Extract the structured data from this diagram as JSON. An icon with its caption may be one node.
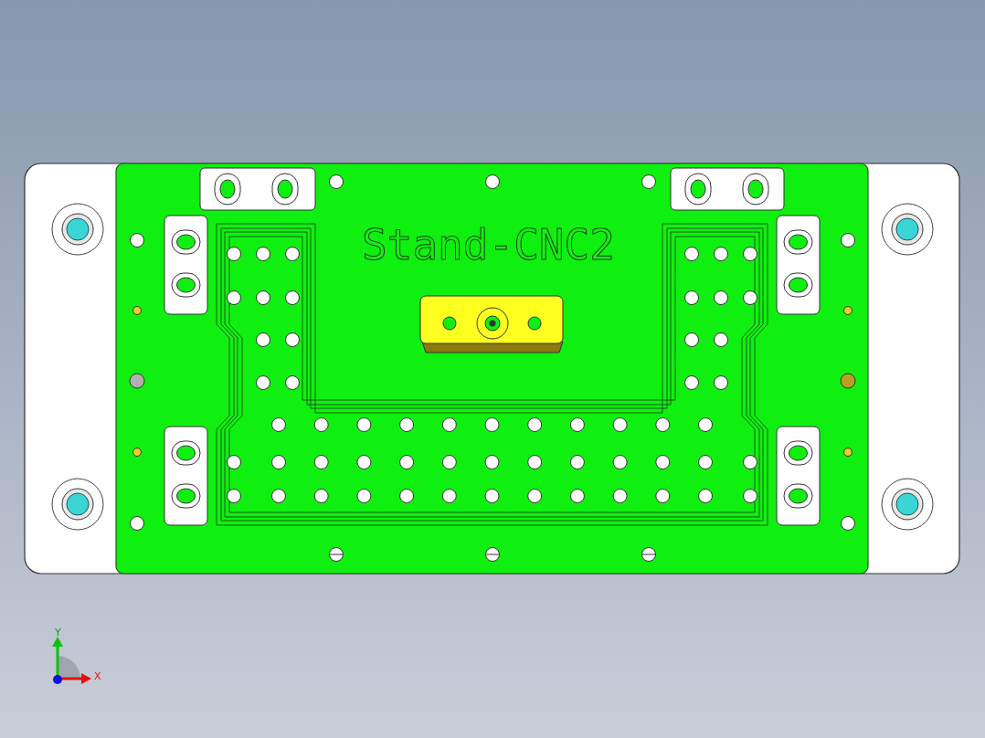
{
  "diagram": {
    "labels": [
      "Stand-CNC2",
      "Y",
      "X"
    ]
  }
}
